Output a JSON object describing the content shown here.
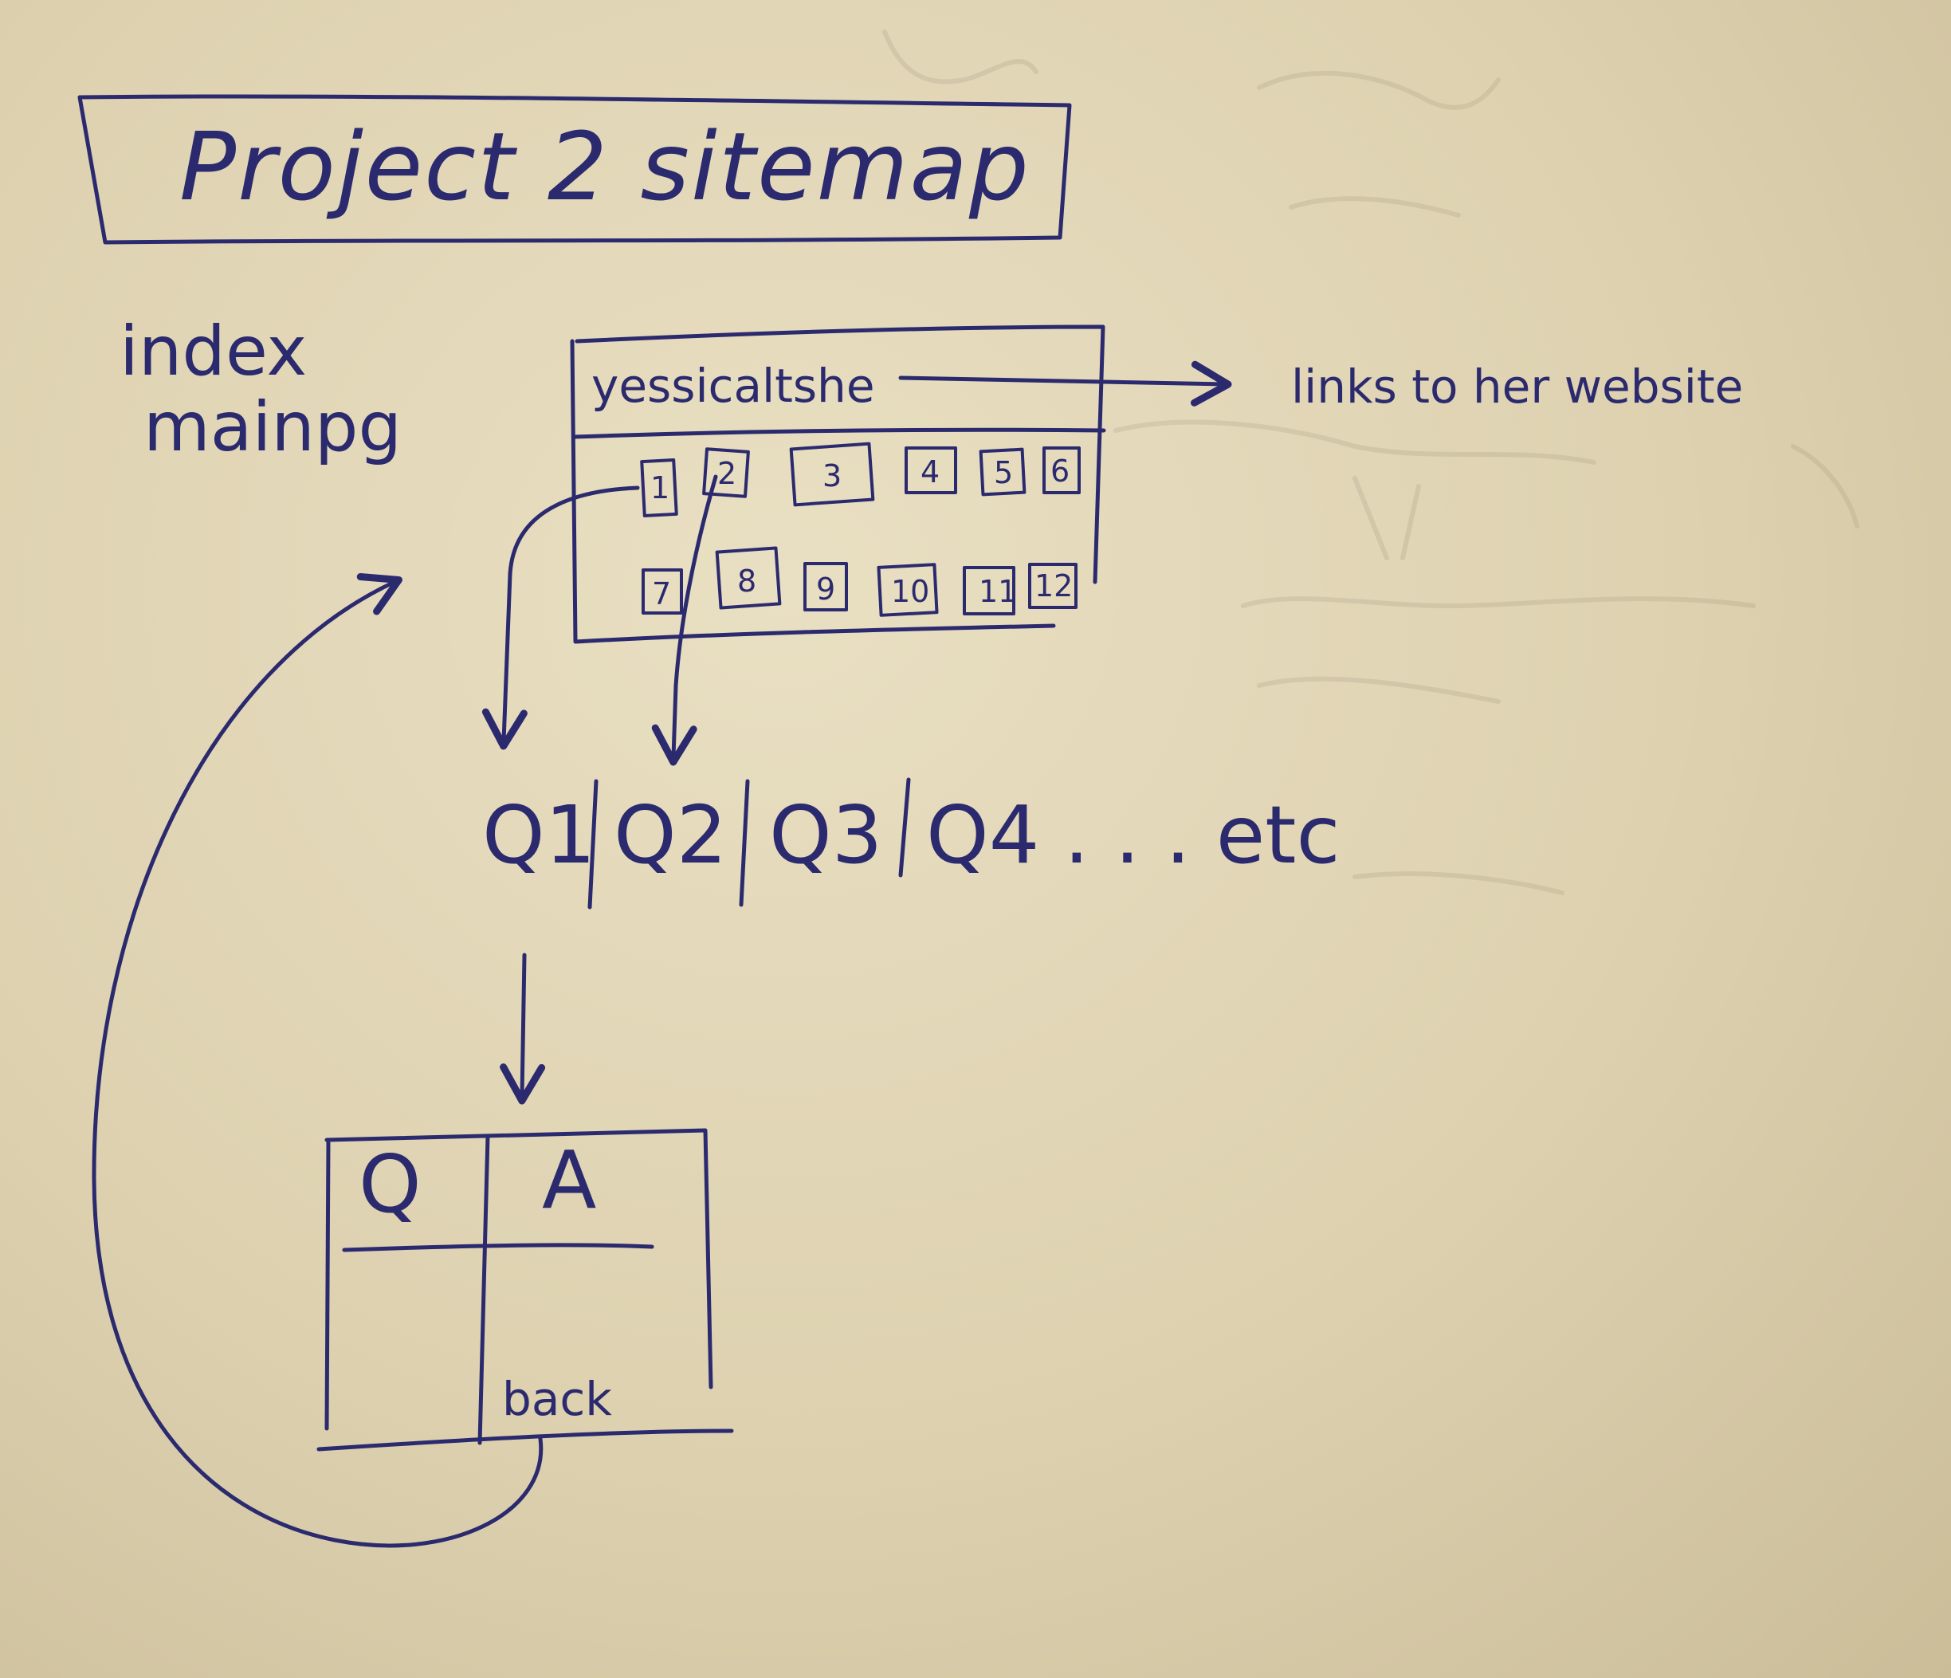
{
  "title": "Project 2 sitemap",
  "index_label": [
    "index",
    "mainpg"
  ],
  "main_page": {
    "header_text": "yessicaltshe",
    "header_link_note": "links to her website",
    "grid_row1": [
      "1",
      "2",
      "3",
      "4",
      "5",
      "6"
    ],
    "grid_row2": [
      "7",
      "8",
      "9",
      "10",
      "11",
      "12"
    ]
  },
  "question_pages": [
    "Q1",
    "Q2",
    "Q3",
    "Q4"
  ],
  "question_more": ". . . etc",
  "qa_page": {
    "q_label": "Q",
    "a_label": "A",
    "back_label": "back"
  },
  "ink_color": "#2b2a6e",
  "paper_color": "#e3d8b9"
}
